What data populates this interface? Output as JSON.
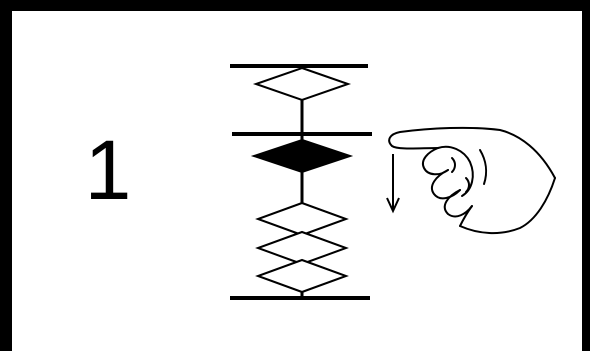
{
  "step": {
    "number": "1"
  },
  "diagram": {
    "stack_states": [
      "empty",
      "filled",
      "empty",
      "empty",
      "empty"
    ],
    "fill_color": "#000000",
    "stroke_color": "#000000",
    "background_color": "#ffffff",
    "arrow_direction": "down",
    "icons": [
      "hand-pointing-icon",
      "arrow-down-icon"
    ]
  }
}
